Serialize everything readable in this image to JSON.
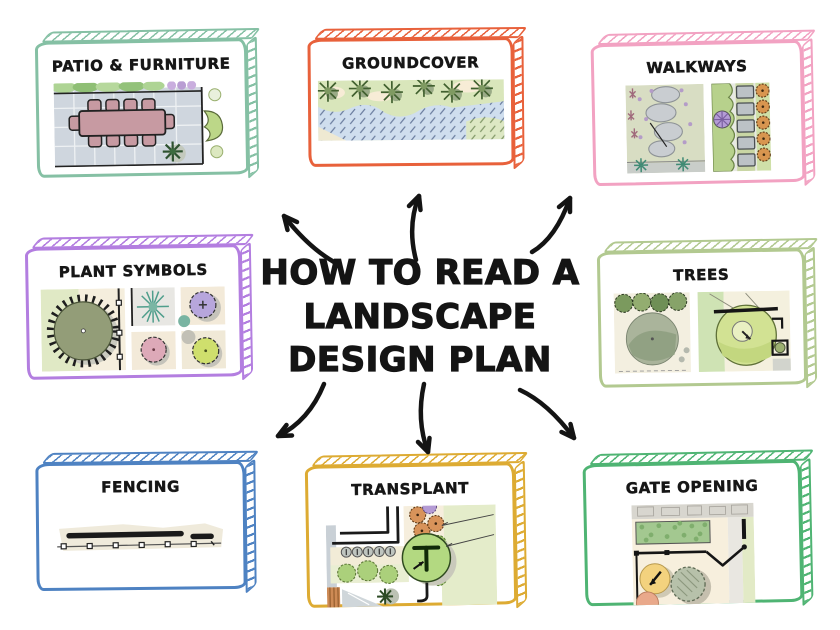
{
  "page": {
    "background": "#ffffff",
    "ink": "#141414"
  },
  "title": {
    "lines": [
      "HOW TO READ A",
      "LANDSCAPE",
      "DESIGN PLAN"
    ]
  },
  "boxes": {
    "patio": {
      "label": "PATIO & FURNITURE",
      "border_color": "#85c0a4"
    },
    "groundcover": {
      "label": "GROUNDCOVER",
      "border_color": "#e8613b"
    },
    "walkways": {
      "label": "WALKWAYS",
      "border_color": "#f2a2c2"
    },
    "plant_symbols": {
      "label": "PLANT SYMBOLS",
      "border_color": "#b37ee0"
    },
    "trees": {
      "label": "TREES",
      "border_color": "#b2c990"
    },
    "fencing": {
      "label": "FENCING",
      "border_color": "#4e82c2"
    },
    "transplant": {
      "label": "TRANSPLANT",
      "border_color": "#ddab33"
    },
    "gate_opening": {
      "label": "GATE OPENING",
      "border_color": "#4fb473"
    }
  },
  "arrows": [
    "up-left",
    "up",
    "up-right",
    "down-left",
    "down",
    "down-right"
  ]
}
